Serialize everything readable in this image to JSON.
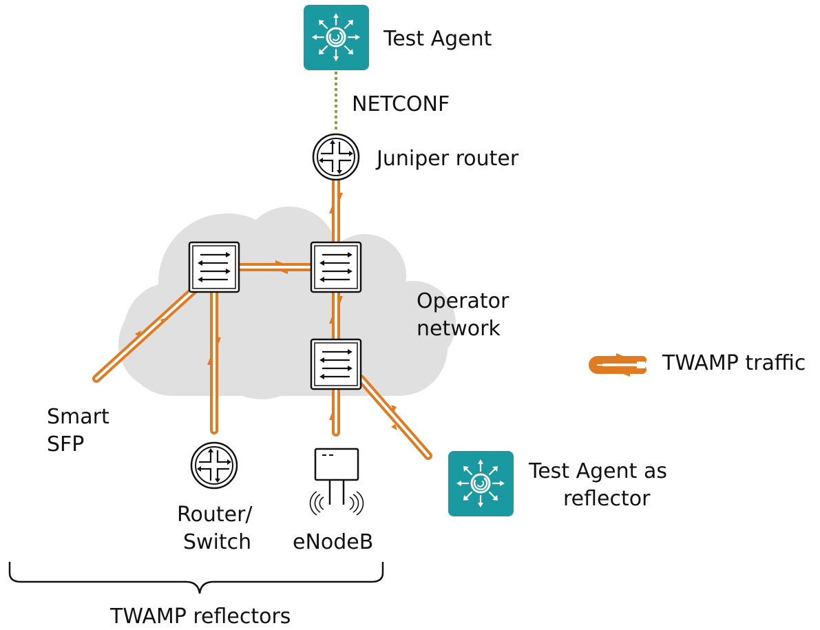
{
  "labels": {
    "test_agent": "Test Agent",
    "netconf": "NETCONF",
    "juniper_router": "Juniper router",
    "operator_network_line1": "Operator",
    "operator_network_line2": "network",
    "smart_sfp_line1": "Smart",
    "smart_sfp_line2": "SFP",
    "router_switch_line1": "Router/",
    "router_switch_line2": "Switch",
    "enodeb": "eNodeB",
    "test_agent_reflector_line1": "Test Agent as",
    "test_agent_reflector_line2": "reflector",
    "legend_twamp": "TWAMP traffic",
    "twamp_reflectors": "TWAMP reflectors"
  },
  "colors": {
    "twamp_line": "#e07b22",
    "netconf_line": "#7fa640",
    "cloud": "#e0e0e0",
    "test_agent_tile": "#1a9aa0",
    "device_stroke": "#111111"
  },
  "icons": {
    "test_agent": "test-agent-icon",
    "juniper_router": "router-icon",
    "switch": "switch-icon",
    "enodeb": "enodeb-icon"
  }
}
